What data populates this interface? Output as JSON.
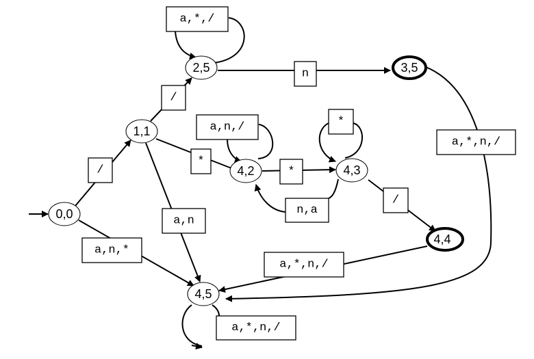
{
  "nodes": {
    "n00": {
      "label": "0,0",
      "accepting": false,
      "initial": true
    },
    "n11": {
      "label": "1,1",
      "accepting": false
    },
    "n25": {
      "label": "2,5",
      "accepting": false
    },
    "n35": {
      "label": "3,5",
      "accepting": true
    },
    "n42": {
      "label": "4,2",
      "accepting": false
    },
    "n43": {
      "label": "4,3",
      "accepting": false
    },
    "n44": {
      "label": "4,4",
      "accepting": true
    },
    "n45": {
      "label": "4,5",
      "accepting": false
    }
  },
  "edges": {
    "e00_11": {
      "from": "0,0",
      "to": "1,1",
      "label": "/"
    },
    "e00_45": {
      "from": "0,0",
      "to": "4,5",
      "label": "a,n,*"
    },
    "e11_25": {
      "from": "1,1",
      "to": "2,5",
      "label": "/"
    },
    "e11_42": {
      "from": "1,1",
      "to": "4,2",
      "label": "*"
    },
    "e11_45": {
      "from": "1,1",
      "to": "4,5",
      "label": "a,n"
    },
    "e25_25": {
      "from": "2,5",
      "to": "2,5",
      "label": "a,*,/"
    },
    "e25_35": {
      "from": "2,5",
      "to": "3,5",
      "label": "n"
    },
    "e35_45": {
      "from": "3,5",
      "to": "4,5",
      "label": "a,*,n,/"
    },
    "e42_42": {
      "from": "4,2",
      "to": "4,2",
      "label": "a,n,/"
    },
    "e42_43": {
      "from": "4,2",
      "to": "4,3",
      "label": "*"
    },
    "e43_43": {
      "from": "4,3",
      "to": "4,3",
      "label": "*"
    },
    "e43_42": {
      "from": "4,3",
      "to": "4,2",
      "label": "n,a"
    },
    "e43_44": {
      "from": "4,3",
      "to": "4,4",
      "label": "/"
    },
    "e44_45": {
      "from": "4,4",
      "to": "4,5",
      "label": "a,*,n,/"
    },
    "e45_45": {
      "from": "4,5",
      "to": "4,5",
      "label": "a,*,n,/"
    }
  }
}
